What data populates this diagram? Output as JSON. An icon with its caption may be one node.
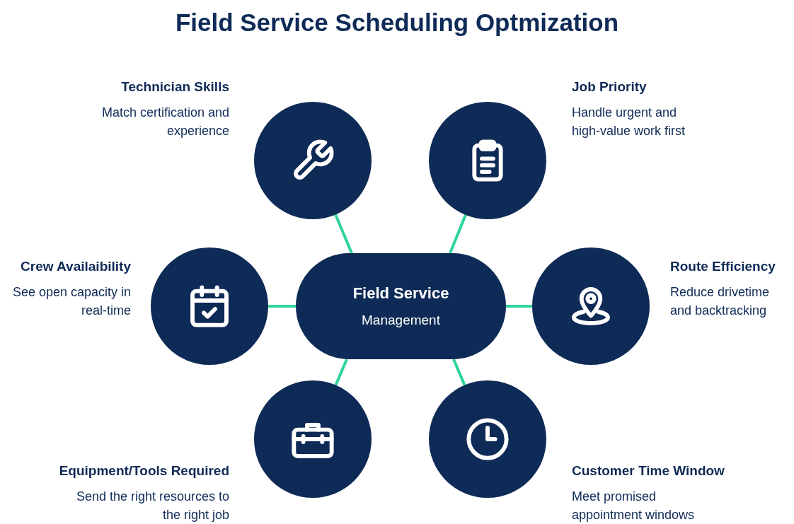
{
  "diagram": {
    "title": "Field Service Scheduling Optmization",
    "nodes": [
      {
        "text": [
          "Field Service",
          "Management"
        ]
      },
      {
        "text": [],
        "shape": "circle",
        "beside": [
          "Technician Skills",
          "Match certification and experience"
        ]
      },
      {
        "text": [],
        "shape": "circle",
        "beside": [
          "Job Priority",
          "Handle urgent and high-value work first"
        ]
      },
      {
        "text": [],
        "shape": "circle",
        "beside": [
          "Crew Availaibility",
          "See open capacity in real-time"
        ]
      },
      {
        "text": [],
        "shape": "circle",
        "beside": [
          "Route Efficiency",
          "Reduce  drivetime and backtracking"
        ]
      },
      {
        "text": [],
        "shape": "circle",
        "beside": [
          "Equipment/Tools Required",
          "Send the right resources to the right job"
        ]
      },
      {
        "text": [],
        "shape": "circle",
        "beside": [
          "Customer Time Window",
          "Meet promised appointment windows"
        ]
      }
    ],
    "edges": [
      {
        "from": 0,
        "to": 1,
        "arrow": "none"
      },
      {
        "from": 0,
        "to": 2,
        "arrow": "none"
      },
      {
        "from": 0,
        "to": 3,
        "arrow": "none"
      },
      {
        "from": 0,
        "to": 4,
        "arrow": "none"
      },
      {
        "from": 0,
        "to": 5,
        "arrow": "none"
      },
      {
        "from": 0,
        "to": 6,
        "arrow": "none"
      }
    ]
  }
}
